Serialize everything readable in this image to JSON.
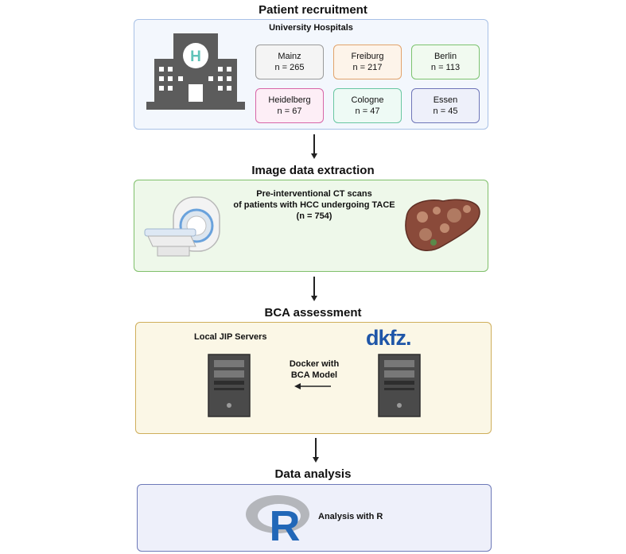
{
  "sections": {
    "recruitment": "Patient recruitment",
    "extraction": "Image data extraction",
    "bca": "BCA assessment",
    "analysis": "Data analysis"
  },
  "recruitment": {
    "heading": "University Hospitals",
    "hospitals": [
      {
        "name": "Mainz",
        "count": "n = 265",
        "border": "#9a9a9a",
        "bg": "#f4f4f4"
      },
      {
        "name": "Freiburg",
        "count": "n = 217",
        "border": "#e2a36b",
        "bg": "#fdf4ea"
      },
      {
        "name": "Berlin",
        "count": "n = 113",
        "border": "#7cc36e",
        "bg": "#f1faf0"
      },
      {
        "name": "Heidelberg",
        "count": "n = 67",
        "border": "#d766a8",
        "bg": "#fdeef6"
      },
      {
        "name": "Cologne",
        "count": "n = 47",
        "border": "#69c6a2",
        "bg": "#eefaf5"
      },
      {
        "name": "Essen",
        "count": "n = 45",
        "border": "#6f76b8",
        "bg": "#eef0fa"
      }
    ],
    "hospital_icon_letter": "H"
  },
  "extraction": {
    "line1": "Pre-interventional CT scans",
    "line2": "of patients with HCC undergoing TACE",
    "line3": "(n = 754)"
  },
  "bca": {
    "servers_label": "Local JIP Servers",
    "docker_line1": "Docker with",
    "docker_line2": "BCA Model",
    "logo_text": "dkfz."
  },
  "analysis": {
    "label": "Analysis with R",
    "r_letter": "R"
  },
  "colors": {
    "accent_teal": "#5fc3b8",
    "dkfz_blue": "#1f56a8",
    "r_blue": "#2167b8"
  }
}
